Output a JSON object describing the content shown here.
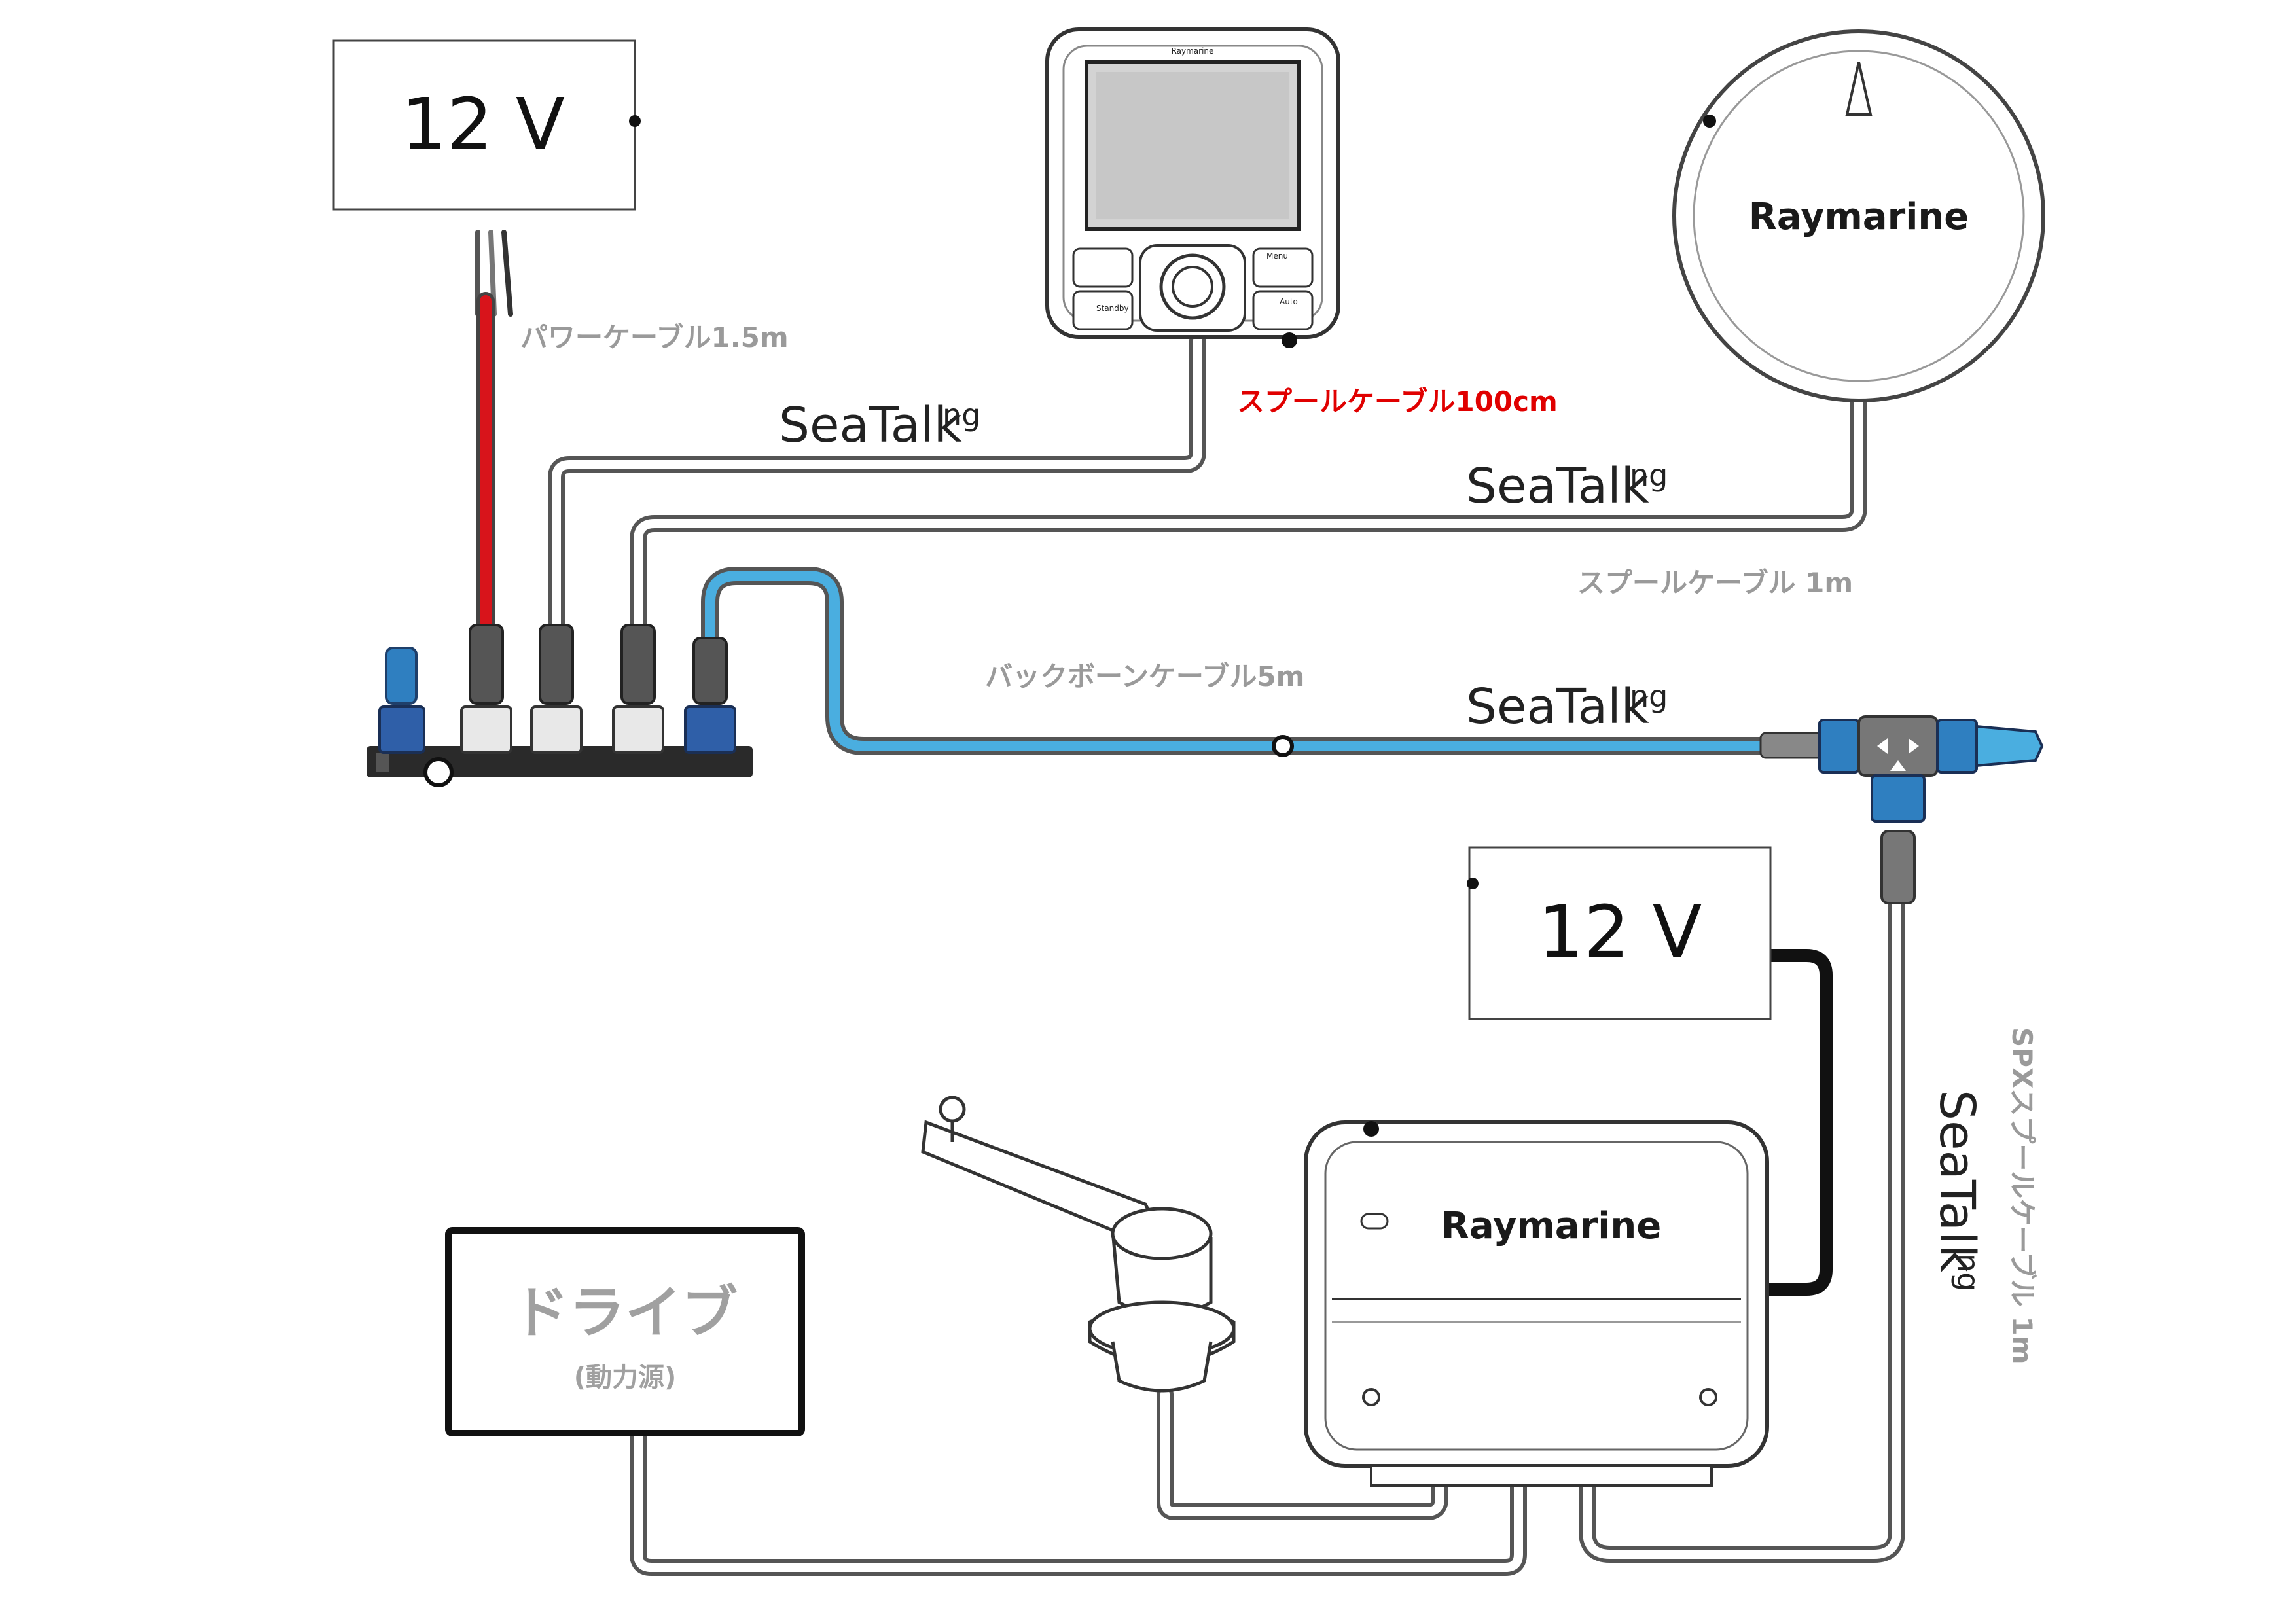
{
  "power_top": {
    "label": "12 V"
  },
  "power_bottom": {
    "label": "12 V"
  },
  "control_head": {
    "brand": "Raymarine",
    "button_left_top": "Standby",
    "button_right_top": "Menu",
    "button_right_bottom": "Auto"
  },
  "compass": {
    "brand": "Raymarine"
  },
  "actuator_box": {
    "brand": "Raymarine"
  },
  "drive": {
    "label": "ドライブ",
    "sublabel": "(動力源)"
  },
  "cables": {
    "power_cable": "パワーケーブル1.5m",
    "seatalk_main": "SeaTalk",
    "ng_suffix": "ng",
    "spur_100cm": "スプールケーブル100cm",
    "spur_1m": "スプールケーブル 1m",
    "backbone": "バックボーンケーブル5m",
    "spx_spur": "SPXスプールケーブル 1m"
  },
  "colors": {
    "backbone_blue": "#4aaee0",
    "connector_blue": "#2f5fa8",
    "power_red": "#d8141b",
    "cable_gray": "#777777",
    "label_red": "#e00000",
    "label_gray": "#9a9a9a"
  }
}
